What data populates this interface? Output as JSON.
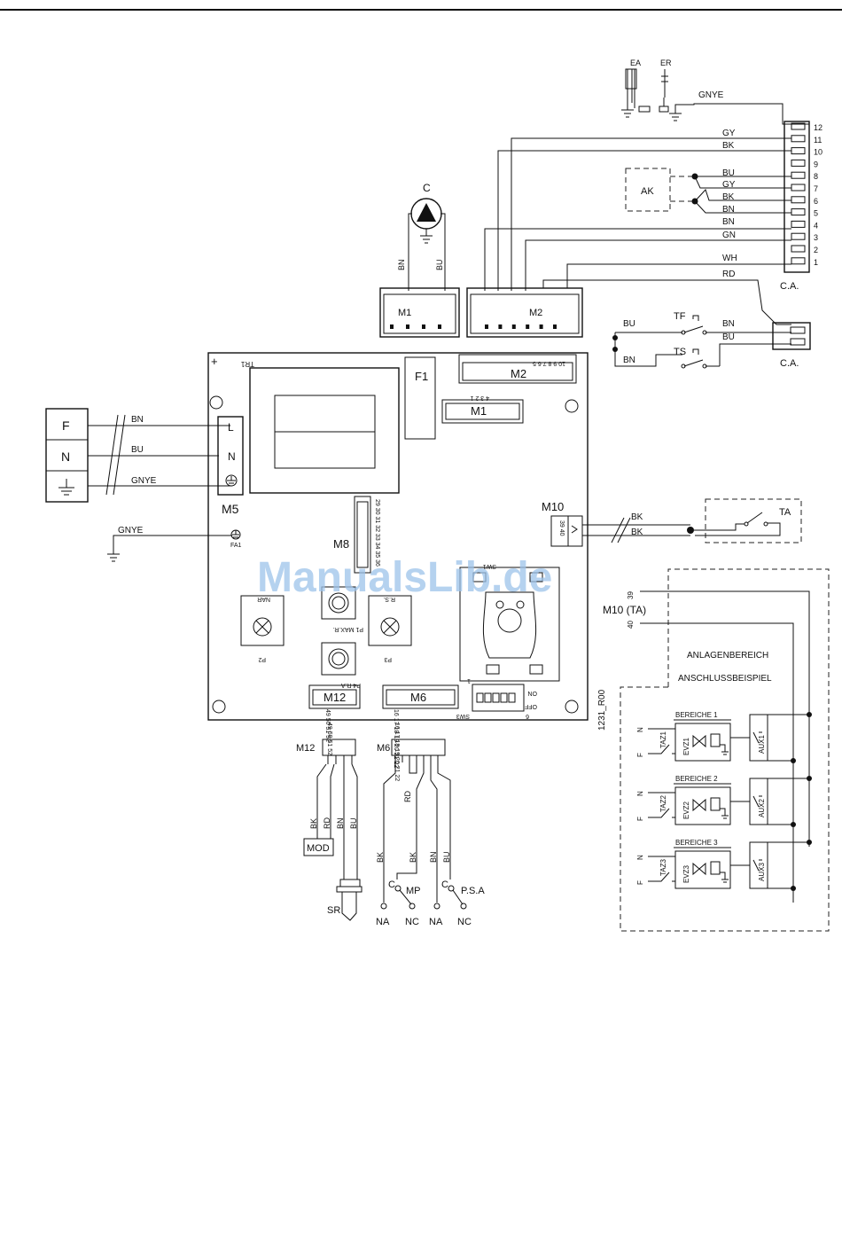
{
  "watermark": "ManualsLib.de",
  "pump": {
    "label": "C",
    "left_wire": "BN",
    "right_wire": "BU"
  },
  "earth_devices": {
    "ea": "EA",
    "er": "ER",
    "ground_wire": "GNYE"
  },
  "connector_ca_top": {
    "label": "C.A.",
    "pins": [
      "12",
      "11",
      "10",
      "9",
      "8",
      "7",
      "6",
      "5",
      "4",
      "3",
      "2",
      "1"
    ],
    "wires": [
      "GY",
      "BK",
      "BU",
      "GY",
      "BK",
      "BN",
      "BN",
      "GN",
      "WH",
      "RD"
    ]
  },
  "ak": "AK",
  "sockets": {
    "m1": "M1",
    "m2": "M2"
  },
  "thermostats": {
    "tf": "TF",
    "ts": "TS",
    "bu_left": "BU",
    "bn_left": "BN",
    "bn_right": "BN",
    "bu_right": "BU",
    "label": "C.A."
  },
  "mains": {
    "f": "F",
    "n": "N",
    "wire_bn": "BN",
    "wire_bu": "BU",
    "wire_gnye": "GNYE",
    "terminal_l": "L",
    "terminal_n": "N",
    "block": "M5"
  },
  "fa1": {
    "wire": "GNYE",
    "label": "FA1"
  },
  "board": {
    "plus": "+",
    "tr1": "TR1",
    "f1": "F1",
    "m2": "M2",
    "m2_pins": "10 9 8 7 6 5",
    "m1": "M1",
    "m1_pins": "4 3 2 1",
    "m8": "M8",
    "m8_pins": "29 30 31 32 33 34 35 36",
    "m10": "M10",
    "m10_pins": "39 40",
    "p1": "P1  MAX.R.",
    "p2": "P2",
    "p3": "P3",
    "p4": "P4  R.A",
    "sw1": "SW1",
    "r_s": "R.S.",
    "nar": "NAR",
    "m12": "M12",
    "m12_pins": "49 50 51 52",
    "m6": "M6",
    "m6_pins": "16 17 18 19 20 21 22",
    "sw3": "SW3",
    "on": "ON",
    "off": "OFF",
    "one": "1",
    "six": "6"
  },
  "ta": {
    "label": "TA",
    "wire1": "BK",
    "wire2": "BK"
  },
  "m12_harness": {
    "label": "M12",
    "pins": "49 50 51 52",
    "wires": [
      "BK",
      "RD",
      "BN",
      "BU"
    ],
    "mod": "MOD",
    "sr": "SR"
  },
  "m6_harness": {
    "label": "M6",
    "pins": "16 17 18 19 20 21 22",
    "wire_rd": "RD",
    "wires": [
      "BK",
      "BK",
      "BN",
      "BU"
    ],
    "c1": "C",
    "mp": "MP",
    "c2": "C",
    "psa": "P.S.A",
    "na1": "NA",
    "nc1": "NC",
    "na2": "NA",
    "nc2": "NC"
  },
  "installation": {
    "m10_ta": "M10   (TA)",
    "pin39": "39",
    "pin40": "40",
    "code": "1231_R00",
    "title1": "ANLAGENBEREICH",
    "title2": "ANSCHLUSSBEISPIEL",
    "zones": [
      {
        "name": "BEREICHE  1",
        "taz": "TAZ1",
        "evz": "EVZ1",
        "aux": "AUX1",
        "n": "N",
        "f": "F"
      },
      {
        "name": "BEREICHE  2",
        "taz": "TAZ2",
        "evz": "EVZ2",
        "aux": "AUX2",
        "n": "N",
        "f": "F"
      },
      {
        "name": "BEREICHE  3",
        "taz": "TAZ3",
        "evz": "EVZ3",
        "aux": "AUX3",
        "n": "N",
        "f": "F"
      }
    ]
  }
}
